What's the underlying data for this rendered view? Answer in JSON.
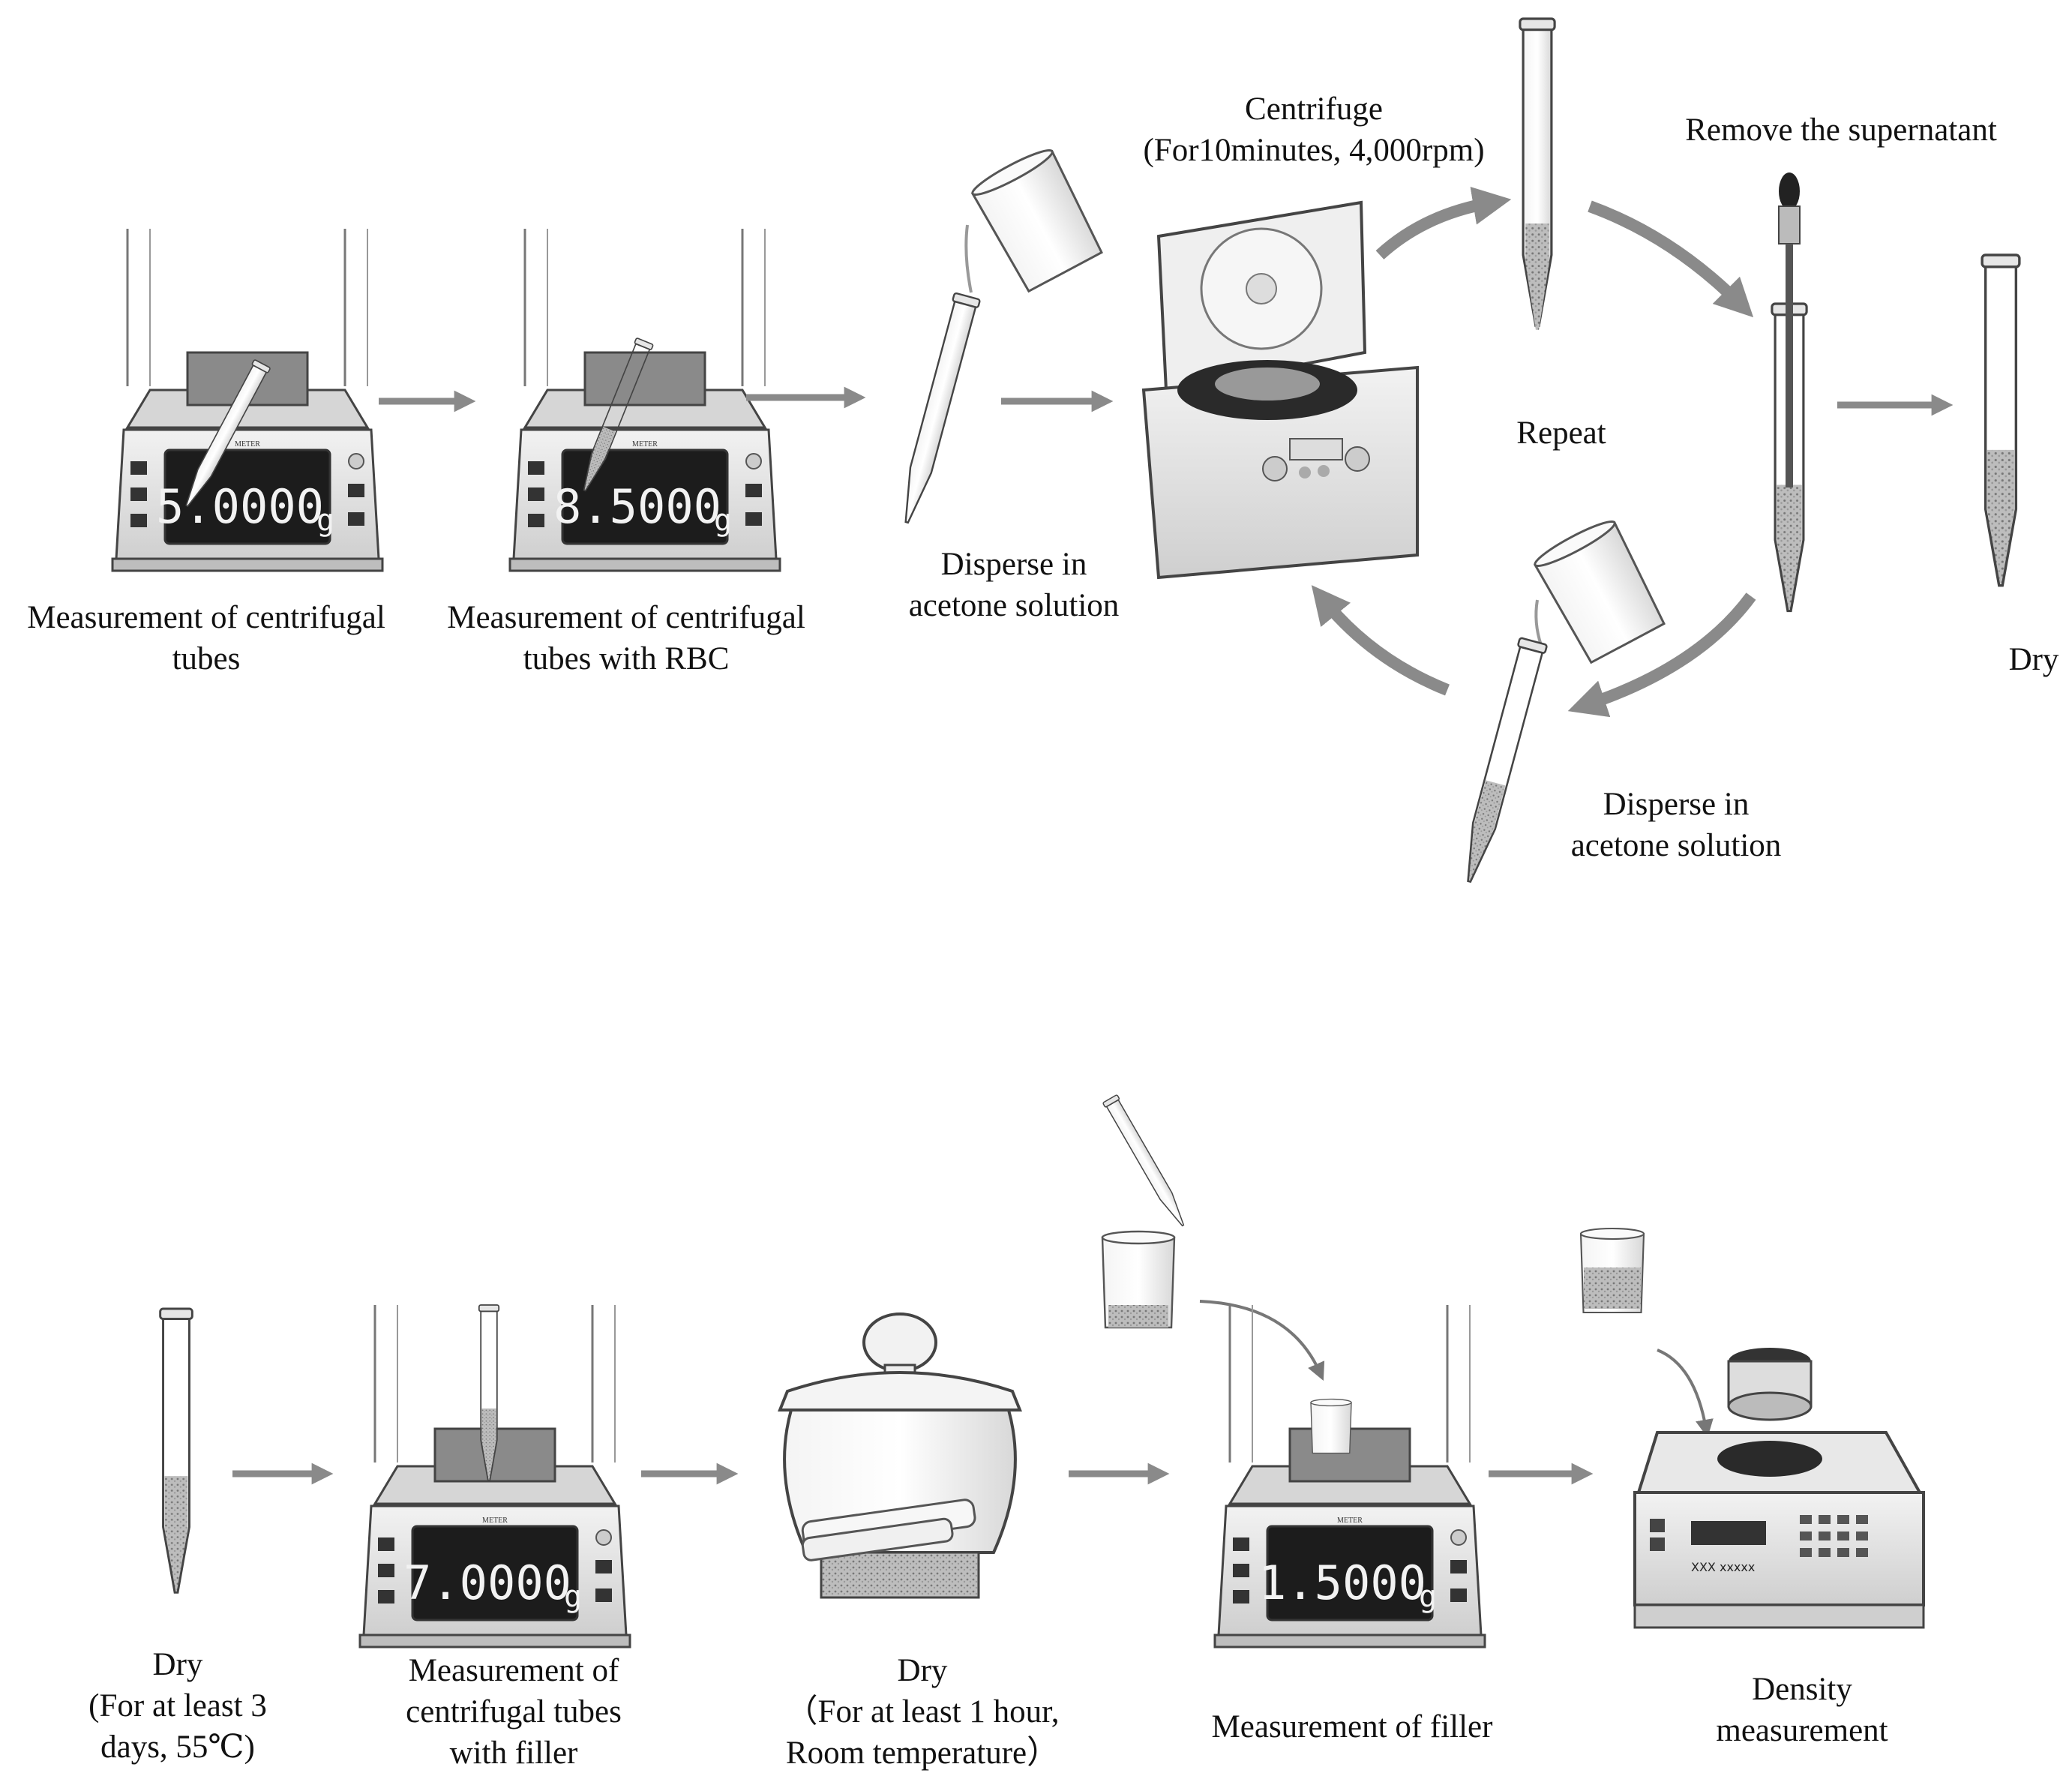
{
  "colors": {
    "arrow": "#8a8a8a",
    "outline": "#444444",
    "display": "#1c1c1c",
    "digits": "#f2f2f2",
    "scale_body": "#e4e4e4"
  },
  "row1": {
    "step1": {
      "label": [
        "Measurement of centrifugal",
        "tubes"
      ],
      "display": "5.0000",
      "unit": "g",
      "brand": "METER"
    },
    "step2": {
      "label": [
        "Measurement of centrifugal",
        "tubes with RBC"
      ],
      "display": "8.5000",
      "unit": "g",
      "brand": "METER"
    },
    "step3": {
      "label": [
        "Disperse in",
        "acetone solution"
      ]
    },
    "step4": {
      "label": [
        "Centrifuge",
        "(For10minutes, 4,000rpm)"
      ]
    },
    "step5": {
      "label": [
        "Remove the supernatant"
      ]
    },
    "repeat": {
      "label": [
        "Repeat"
      ]
    },
    "step6": {
      "label": [
        "Disperse in",
        "acetone solution"
      ]
    },
    "step7": {
      "label": [
        "Dry"
      ]
    }
  },
  "row2": {
    "step1": {
      "label": [
        "Dry",
        "(For at least 3",
        "days, 55℃)"
      ]
    },
    "step2": {
      "label": [
        "Measurement of",
        "centrifugal tubes",
        "with filler"
      ],
      "display": "7.0000",
      "unit": "g",
      "brand": "METER"
    },
    "step3": {
      "label": [
        "Dry",
        "（For at least 1 hour,",
        "Room temperature）"
      ]
    },
    "step4": {
      "label": [
        "Measurement of filler"
      ],
      "display": "1.5000",
      "unit": "g",
      "brand": "METER"
    },
    "step5": {
      "label": [
        "Density",
        "measurement"
      ],
      "device_text": "XXX  xxxxx"
    }
  }
}
